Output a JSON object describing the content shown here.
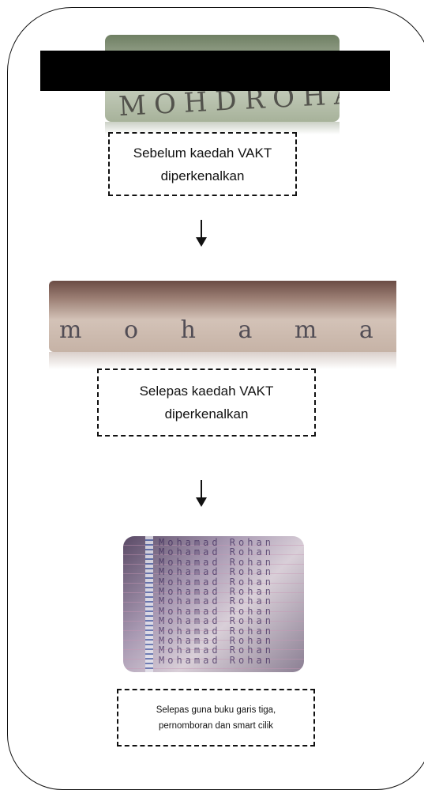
{
  "steps": [
    {
      "caption_line1": "Sebelum kaedah VAKT",
      "caption_line2": "diperkenalkan",
      "handwriting": "MOHDROHAN"
    },
    {
      "caption_line1": "Selepas kaedah VAKT",
      "caption_line2": "diperkenalkan",
      "handwriting": "m o h a m a d R o h a n"
    },
    {
      "caption_line1": "Selepas guna buku garis tiga,",
      "caption_line2": "pernomboran dan smart cilik",
      "handwriting_lines": [
        "Mohamad Rohan",
        "Mohamad Rohan",
        "Mohamad Rohan",
        "Mohamad Rohan",
        "Mohamad Rohan",
        "Mohamad Rohan",
        "Mohamad Rohan",
        "Mohamad Rohan",
        "Mohamad Rohan",
        "Mohamad Rohan",
        "Mohamad Rohan",
        "Mohamad Rohan",
        "Mohamad Rohan"
      ]
    }
  ],
  "icons": {
    "arrow": "arrow-down-icon"
  }
}
